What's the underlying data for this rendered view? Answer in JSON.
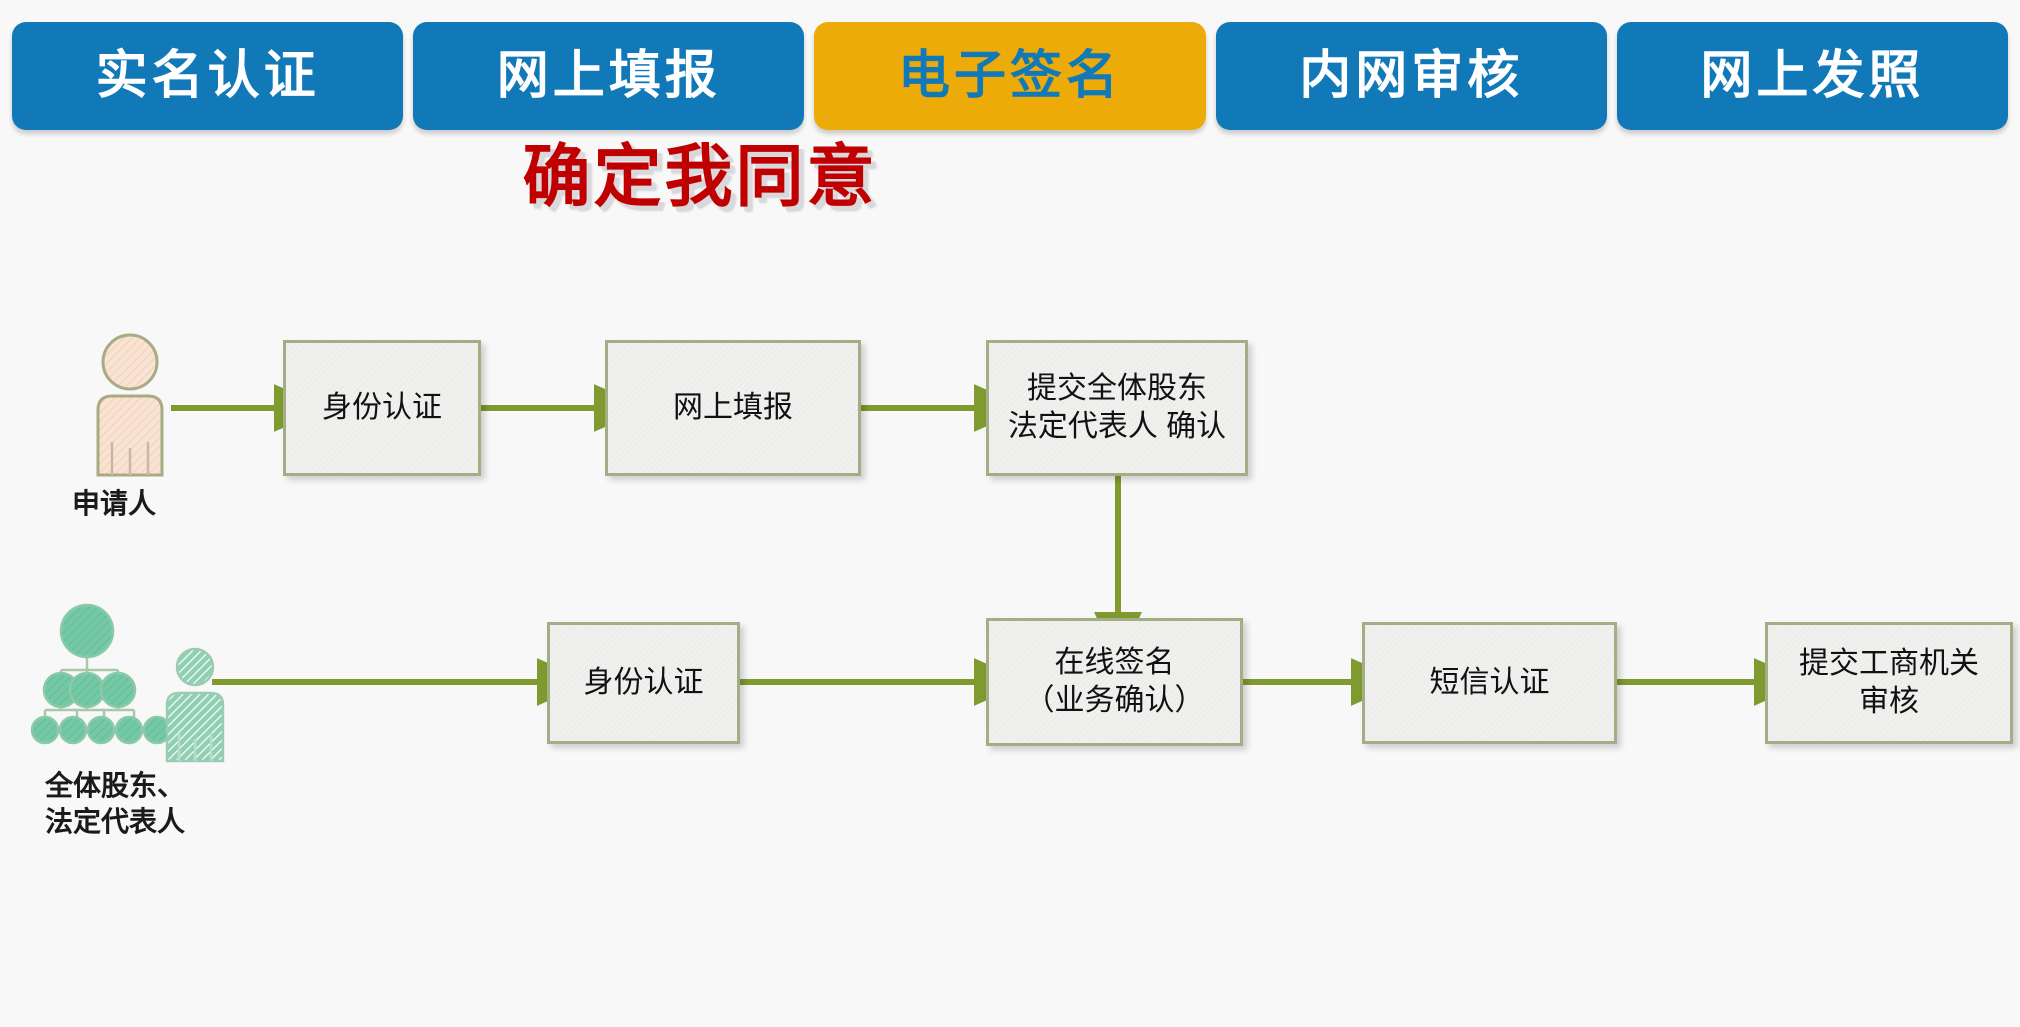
{
  "colors": {
    "tab_inactive_bg": "#1179b8",
    "tab_active_bg": "#edab09",
    "tab_inactive_text": "#ffffff",
    "tab_active_text": "#1179b8",
    "title_text": "#c00000",
    "arrow": "#7f9a2e",
    "node_border": "#a3ad86",
    "node_fill": "#f0f0ee",
    "applicant_icon": "#f7e0cf",
    "applicant_icon_border": "#a8ac84",
    "shareholder_icon": "#6cc6a0",
    "page_bg": "#f8f8f8"
  },
  "tabs": [
    {
      "label": "实名认证",
      "active": false
    },
    {
      "label": "网上填报",
      "active": false
    },
    {
      "label": "电子签名",
      "active": true
    },
    {
      "label": "内网审核",
      "active": false
    },
    {
      "label": "网上发照",
      "active": false
    }
  ],
  "title": "确定我同意",
  "actors": [
    {
      "name": "applicant",
      "label": "申请人"
    },
    {
      "name": "shareholders",
      "label": "全体股东、\n法定代表人"
    }
  ],
  "nodes": [
    {
      "id": "id-auth-1",
      "label": "身份认证"
    },
    {
      "id": "online-form",
      "label": "网上填报"
    },
    {
      "id": "submit-confirm",
      "label": "提交全体股东\n法定代表人 确认"
    },
    {
      "id": "id-auth-2",
      "label": "身份认证"
    },
    {
      "id": "online-sign",
      "label": "在线签名\n（业务确认）"
    },
    {
      "id": "sms-auth",
      "label": "短信认证"
    },
    {
      "id": "submit-review",
      "label": "提交工商机关\n审核"
    }
  ]
}
